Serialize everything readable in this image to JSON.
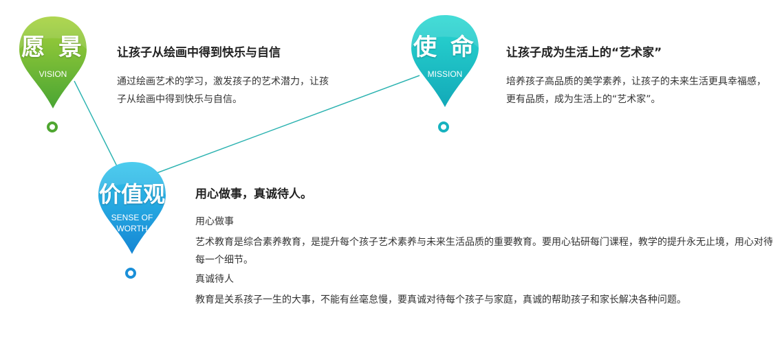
{
  "vision": {
    "badge_title": "愿 景",
    "badge_sub": "VISION",
    "heading": "让孩子从绘画中得到快乐与自信",
    "text": "通过绘画艺术的学习，激发孩子的艺术潜力，让孩子从绘画中得到快乐与自信。",
    "color_top": "#a5d13a",
    "color_bottom": "#49a533"
  },
  "mission": {
    "badge_title": "使 命",
    "badge_sub": "MISSION",
    "heading": "让孩子成为生活上的“艺术家”",
    "text": "培养孩子高品质的美学素养，让孩子的未来生活更具幸福感，更有品质，成为生活上的“艺术家”。",
    "color_top": "#2bd8d2",
    "color_bottom": "#12a9b8"
  },
  "values": {
    "badge_title": "价值观",
    "badge_sub_line1": "SENSE OF",
    "badge_sub_line2": "WORTH",
    "heading": "用心做事，真诚待人。",
    "item1_title": "用心做事",
    "item1_text": "艺术教育是综合素养教育，是提升每个孩子艺术素养与未来生活品质的重要教育。要用心钻研每门课程，教学的提升永无止境，用心对待每一个细节。",
    "item2_title": "真诚待人",
    "item2_text": "教育是关系孩子一生的大事，不能有丝毫怠慢，要真诚对待每个孩子与家庭，真诚的帮助孩子和家长解决各种问题。",
    "color_top": "#34c6ec",
    "color_bottom": "#1586d4"
  },
  "line_color": "#2db3b1"
}
